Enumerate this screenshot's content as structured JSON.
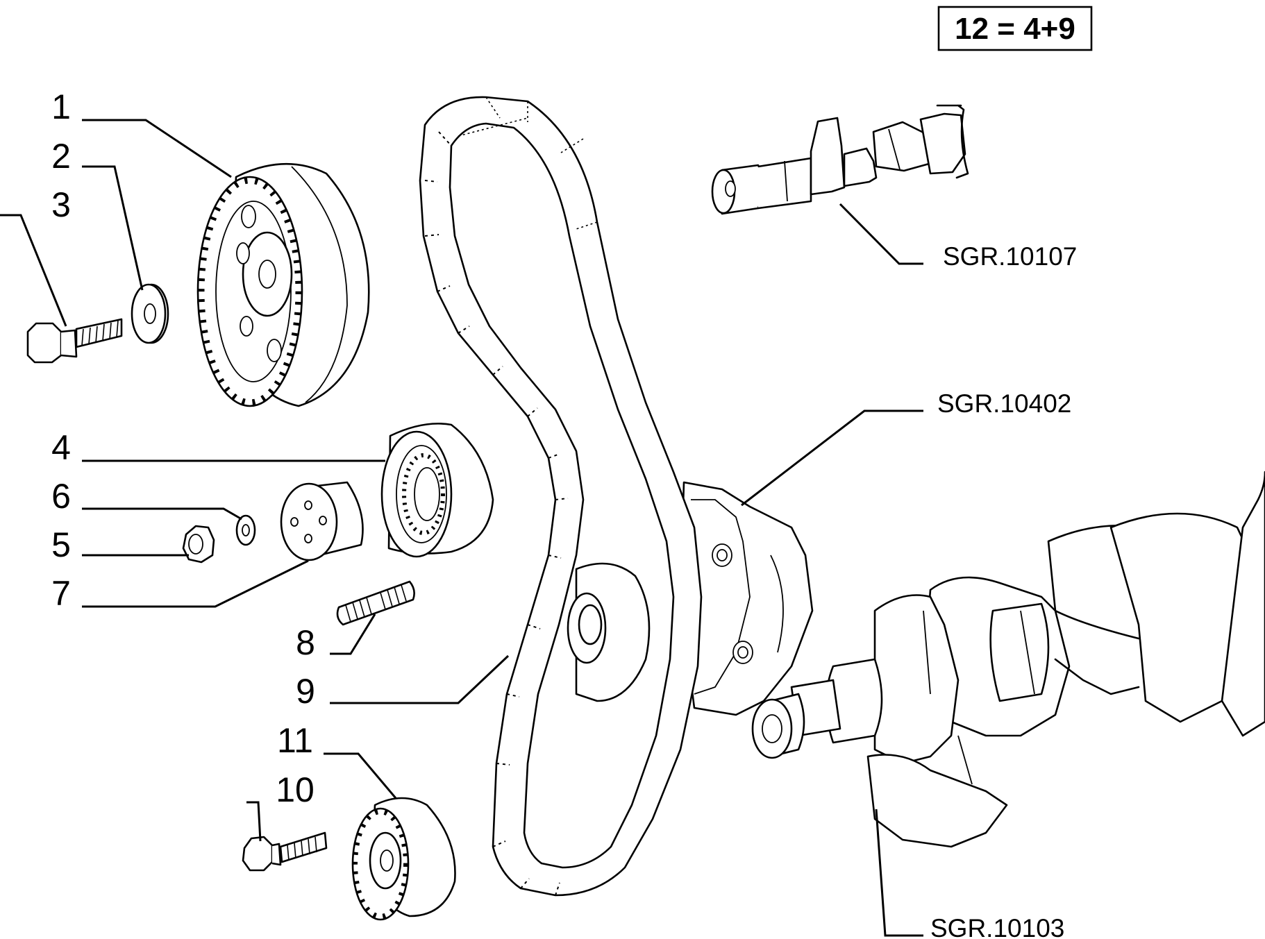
{
  "formula_box": "12 = 4+9",
  "part_numbers": {
    "p1": "1",
    "p2": "2",
    "p3": "3",
    "p4": "4",
    "p5": "5",
    "p6": "6",
    "p7": "7",
    "p8": "8",
    "p9": "9",
    "p10": "10",
    "p11": "11"
  },
  "references": {
    "camshaft": "SGR.10107",
    "oil_pump": "SGR.10402",
    "crankshaft": "SGR.10103"
  }
}
